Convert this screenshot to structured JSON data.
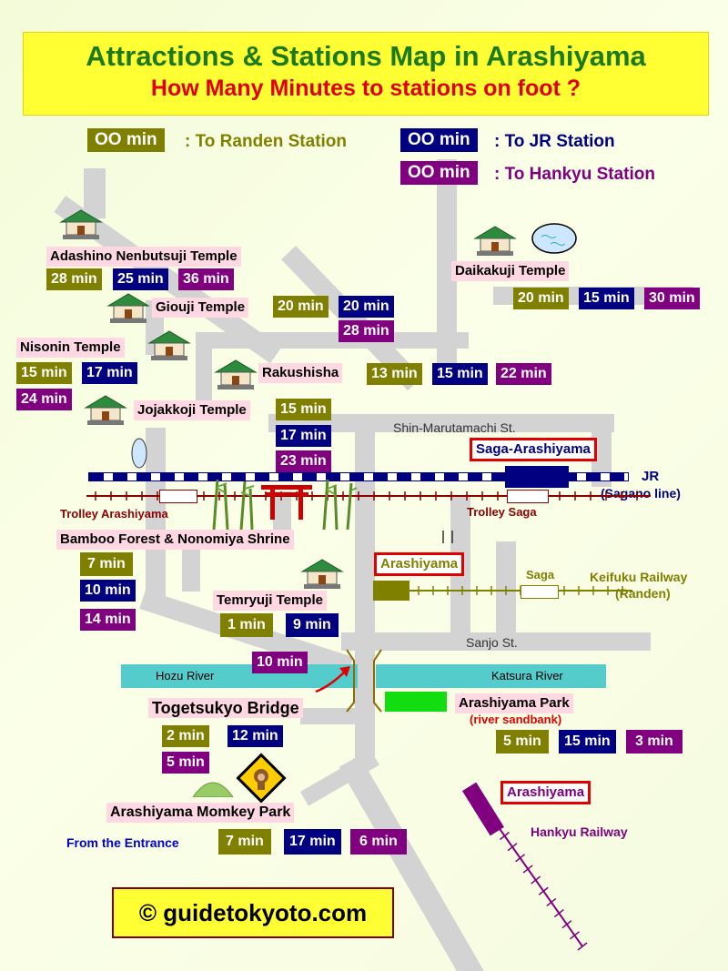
{
  "title": {
    "line1": "Attractions & Stations Map in Arashiyama",
    "line2": "How Many Minutes to stations on foot ?"
  },
  "legend": {
    "sample": "OO min",
    "randen": ": To Randen Station",
    "jr": ": To JR Station",
    "hankyu": ": To Hankyu Station"
  },
  "colors": {
    "randen": "#808000",
    "jr": "#000080",
    "hankyu": "#800080",
    "title_bg": "#ffff33",
    "label_bg": "#ffd8e4",
    "river": "#55cccc",
    "station_border": "#e00000"
  },
  "attractions": [
    {
      "name": "Adashino Nenbutsuji Temple",
      "randen": "28 min",
      "jr": "25 min",
      "hankyu": "36 min"
    },
    {
      "name": "Giouji Temple",
      "randen": "20 min",
      "jr": "20 min",
      "hankyu": "28 min"
    },
    {
      "name": "Nisonin Temple",
      "randen": "15 min",
      "jr": "17 min",
      "hankyu": "24 min"
    },
    {
      "name": "Rakushisha",
      "randen": "13 min",
      "jr": "15 min",
      "hankyu": "22 min"
    },
    {
      "name": "Jojakkoji Temple",
      "randen": "15 min",
      "jr": "17 min",
      "hankyu": "23 min"
    },
    {
      "name": "Daikakuji Temple",
      "randen": "20 min",
      "jr": "15 min",
      "hankyu": "30 min"
    },
    {
      "name": "Bamboo Forest & Nonomiya Shrine",
      "randen": "7 min",
      "jr": "10 min",
      "hankyu": "14 min"
    },
    {
      "name": "Temryuji Temple",
      "randen": "1 min",
      "jr": "9 min",
      "hankyu": "10 min"
    },
    {
      "name": "Togetsukyo Bridge",
      "randen": "2 min",
      "jr": "12 min",
      "hankyu": "5 min"
    },
    {
      "name": "Arashiyama Park",
      "sub": "(river sandbank)",
      "randen": "5 min",
      "jr": "15 min",
      "hankyu": "3 min"
    },
    {
      "name": "Arashiyama Momkey Park",
      "prefix": "From the Entrance",
      "randen": "7 min",
      "jr": "17 min",
      "hankyu": "6 min"
    }
  ],
  "streets": {
    "shin_marutamachi": "Shin-Marutamachi St.",
    "sanjo": "Sanjo St."
  },
  "stations": {
    "saga_arashiyama": "Saga-Arashiyama",
    "randen_arashiyama": "Arashiyama",
    "hankyu_arashiyama": "Arashiyama",
    "saga": "Saga",
    "trolley_arashiyama": "Trolley Arashiyama",
    "trolley_saga": "Trolley Saga"
  },
  "railways": {
    "jr": "JR",
    "jr_sub": "(Sagano line)",
    "keifuku": "Keifuku Railway",
    "keifuku_sub": "(Randen)",
    "hankyu": "Hankyu Railway"
  },
  "rivers": {
    "hozu": "Hozu River",
    "katsura": "Katsura River"
  },
  "icons": [
    "temple-icon",
    "pond-icon",
    "torii-icon",
    "bamboo-icon",
    "monkey-sign-icon",
    "hill-icon",
    "arrow-icon"
  ],
  "copyright": "© guidetokyoto.com"
}
